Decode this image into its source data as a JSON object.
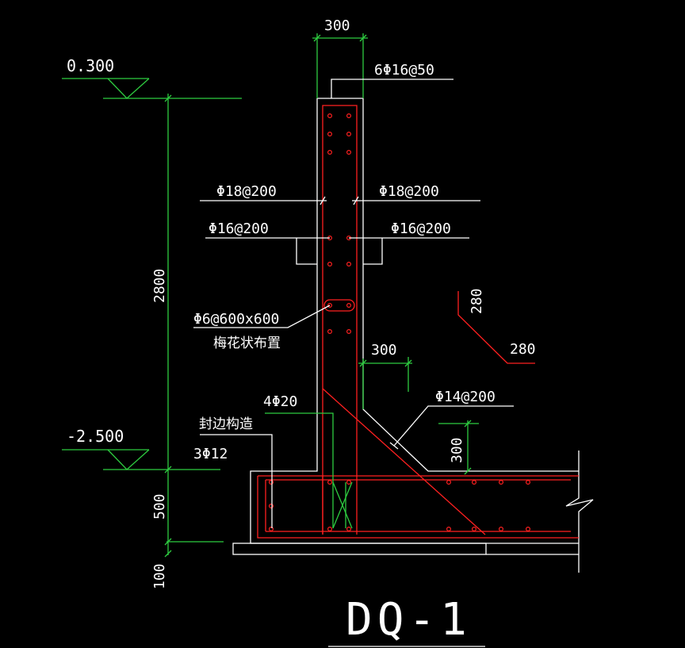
{
  "title": "DQ-1",
  "elevations": {
    "top": "0.300",
    "bottom": "-2.500"
  },
  "dimensions": {
    "wall_width": "300",
    "wall_height": "2800",
    "base_thickness": "500",
    "cushion": "100",
    "haunch_width": "300",
    "haunch_height": "300",
    "stair_a": "280",
    "stair_b": "280"
  },
  "rebar_labels": {
    "top_bars": "6Φ16@50",
    "horiz_left": "Φ18@200",
    "horiz_right": "Φ18@200",
    "vert_left": "Φ16@200",
    "vert_right": "Φ16@200",
    "tie": "Φ6@600x600",
    "tie_note": "梅花状布置",
    "corner_bars": "4Φ20",
    "edge_note": "封边构造",
    "edge_bars": "3Φ12",
    "haunch_bars": "Φ14@200"
  },
  "colors": {
    "background": "#000000",
    "outline": "#ffffff",
    "dimension": "#2ecc40",
    "rebar": "#ff2020"
  }
}
